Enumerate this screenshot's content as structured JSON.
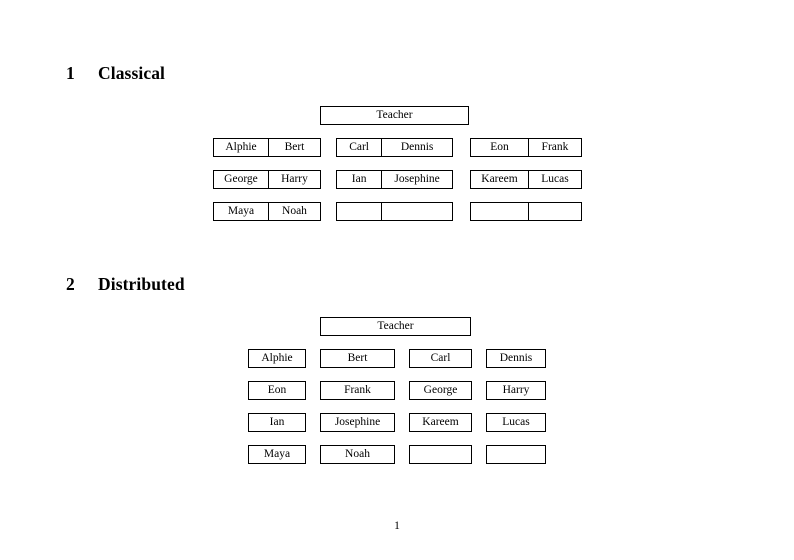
{
  "document": {
    "page_number": "1",
    "sections": [
      {
        "number": "1",
        "title": "Classical"
      },
      {
        "number": "2",
        "title": "Distributed"
      }
    ]
  },
  "classical": {
    "teacher_label": "Teacher",
    "groups": [
      {
        "name": "group-left",
        "rows": [
          {
            "left": "Alphie",
            "right": "Bert"
          },
          {
            "left": "George",
            "right": "Harry"
          },
          {
            "left": "Maya",
            "right": "Noah"
          }
        ]
      },
      {
        "name": "group-middle",
        "rows": [
          {
            "left": "Carl",
            "right": "Dennis"
          },
          {
            "left": "Ian",
            "right": "Josephine"
          },
          {
            "left": "",
            "right": ""
          }
        ]
      },
      {
        "name": "group-right",
        "rows": [
          {
            "left": "Eon",
            "right": "Frank"
          },
          {
            "left": "Kareem",
            "right": "Lucas"
          },
          {
            "left": "",
            "right": ""
          }
        ]
      }
    ]
  },
  "distributed": {
    "teacher_label": "Teacher",
    "rows": [
      [
        "Alphie",
        "Bert",
        "Carl",
        "Dennis"
      ],
      [
        "Eon",
        "Frank",
        "George",
        "Harry"
      ],
      [
        "Ian",
        "Josephine",
        "Kareem",
        "Lucas"
      ],
      [
        "Maya",
        "Noah",
        "",
        ""
      ]
    ]
  },
  "colors": {
    "ink": "#000000",
    "paper": "#ffffff"
  }
}
